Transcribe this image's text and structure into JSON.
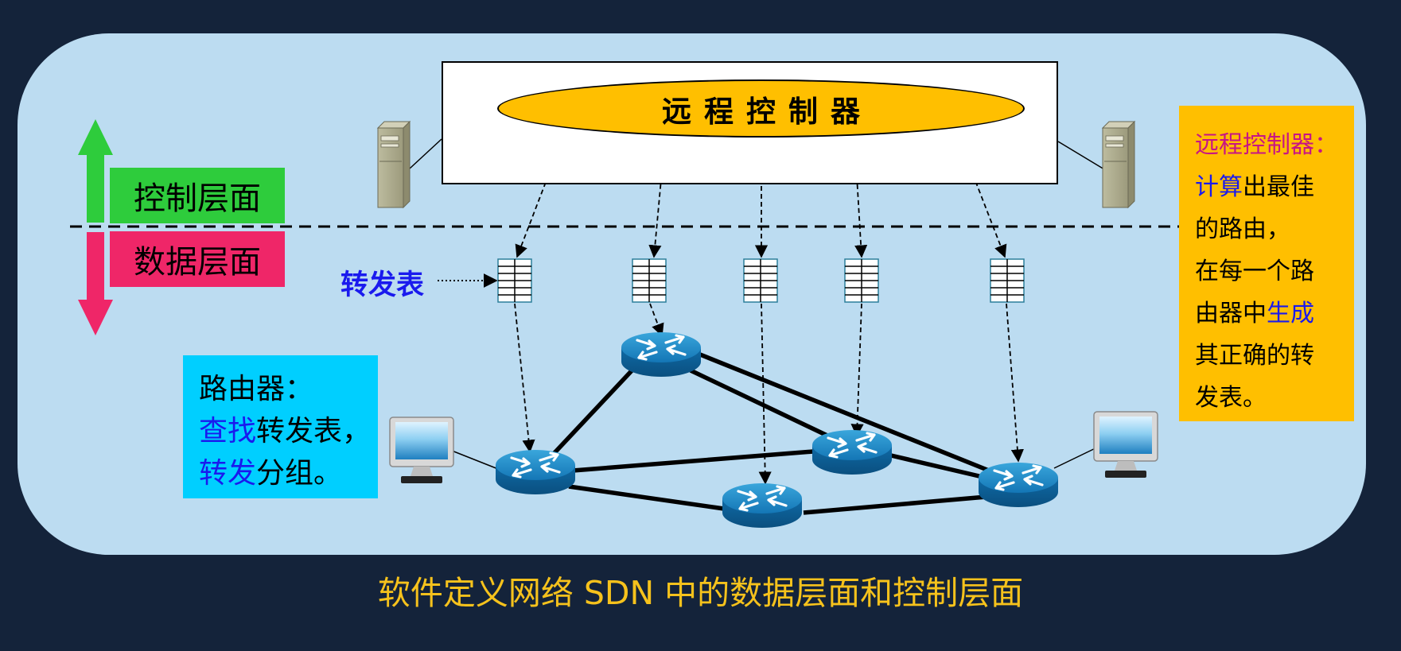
{
  "controller": {
    "label": "远程控制器"
  },
  "planes": {
    "control": "控制层面",
    "data": "数据层面"
  },
  "forwarding_table_label": "转发表",
  "router_info": {
    "title": "路由器：",
    "line2_highlight": "查找",
    "line2_rest": "转发表，",
    "line3_highlight": "转发",
    "line3_rest": "分组。"
  },
  "side_note": {
    "title": "远程控制器：",
    "l2_highlight": "计算",
    "l2_rest": "出最佳",
    "l3": "的路由，",
    "l4": "在每一个路",
    "l5_prefix": "由器中",
    "l5_highlight": "生成",
    "l6": "其正确的转",
    "l7": "发表。"
  },
  "caption": "软件定义网络 SDN 中的数据层面和控制层面",
  "colors": {
    "background": "#14233a",
    "panel": "#bcdcf1",
    "controller": "#ffbf00",
    "control_plane": "#2ecc3c",
    "data_plane": "#ef2668",
    "router_info_box": "#00cfff",
    "note_box": "#ffbf00",
    "highlight_blue": "#1a1aee",
    "note_title": "#c71585",
    "caption": "#f6c21c"
  },
  "icons": [
    "server-icon",
    "router-icon",
    "computer-icon",
    "forwarding-table-icon",
    "up-arrow-icon",
    "down-arrow-icon"
  ]
}
